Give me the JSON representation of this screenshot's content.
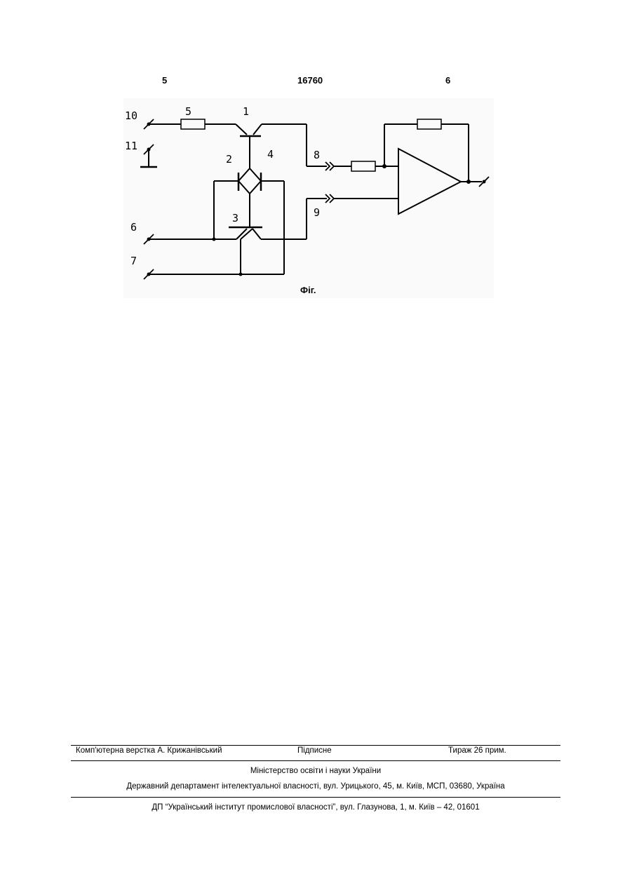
{
  "header": {
    "page_left": "5",
    "patent_number": "16760",
    "page_right": "6"
  },
  "figure": {
    "labels": {
      "l10": "10",
      "l11": "11",
      "l5": "5",
      "l1": "1",
      "l2": "2",
      "l4": "4",
      "l8": "8",
      "l9": "9",
      "l3": "3",
      "l6": "6",
      "l7": "7"
    },
    "caption": "Фіг."
  },
  "footer": {
    "layout_credit": "Комп'ютерна верстка А. Крижанівський",
    "signed": "Підписне",
    "circulation": "Тираж 26 прим.",
    "ministry": "Міністерство освіти і науки України",
    "department": "Державний департамент інтелектуальної власності, вул. Урицького, 45, м. Київ, МСП, 03680, Україна",
    "institute": "ДП “Український інститут промислової власності”, вул. Глазунова, 1, м. Київ – 42, 01601"
  }
}
